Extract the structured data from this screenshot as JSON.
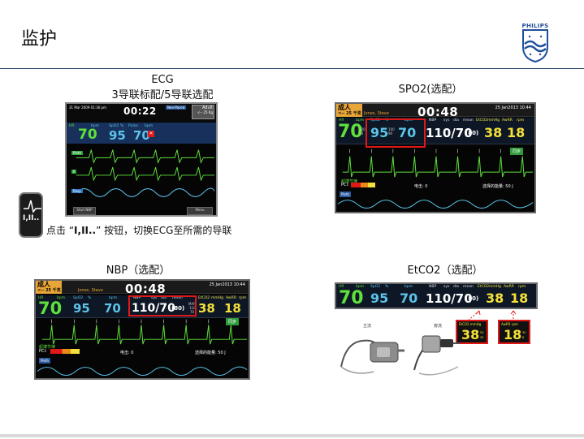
{
  "slide": {
    "title": "监护"
  },
  "logo": {
    "text": "PHILIPS"
  },
  "panels": {
    "ecg": {
      "caption_line1": "ECG",
      "caption_line2": "3导联标配/5导联选配",
      "date": "31 Mar 2009 01:36 pm",
      "time": "00:22",
      "status_tag": "Non-Paced",
      "patient_type": "Adult",
      "weight": "<-- 25 Kg",
      "hr_label": "HR",
      "hr_value": "70",
      "spo2_value": "95",
      "pulse_value": "70",
      "labels": [
        "bpm",
        "SpO2",
        "%",
        "Pulse",
        "bpm"
      ],
      "leads": [
        "Pleth",
        "II",
        "Resp"
      ],
      "buttons": [
        "Start NBP",
        "Menu"
      ]
    },
    "lead_icon": {
      "text": "I,II..",
      "caption_pre": "点击 “",
      "caption_bold": "I,II..",
      "caption_post": "” 按钮，切换ECG至所需的导联"
    },
    "spo2": {
      "caption": "SPO2(选配）"
    },
    "nbp": {
      "caption": "NBP（选配）"
    },
    "etco2": {
      "caption": "EtCO2（选配）"
    }
  },
  "monitor": {
    "bed_label": "成人",
    "bed_sub": "<-- 25 千克",
    "patient_name": "Jones, Steve",
    "time": "00:48",
    "date": "25 Jan2013 10:44",
    "labels": [
      "HR",
      "bpm",
      "SpO2",
      "%",
      "bpm",
      "NBP",
      "sys",
      "dia",
      "mean",
      "EtCO2",
      "mmHg",
      "AwRR",
      "rpm"
    ],
    "hr": "70",
    "spo2": "95",
    "pulse": "70",
    "nbp": "110/70",
    "nbp_mean": "(80)",
    "map_label": "MAP",
    "map_vals": [
      "110",
      "70"
    ],
    "etco2": "38",
    "awrr": "18",
    "hr_limits": [
      "120",
      "50"
    ],
    "spo2_limits": [
      "100",
      "90"
    ],
    "etco2_limits": [
      "50",
      "30"
    ],
    "awrr_limits": [
      "30",
      "8"
    ],
    "sync_label": "同步",
    "pci_label": "PCI:",
    "pads_label": "电击:",
    "pads_value": "0",
    "energy_label": "选择的能量:",
    "energy_value": "50",
    "energy_unit": "J",
    "pleth_label": "Pleth",
    "pacer_label": "起搏节律"
  },
  "etco2_popups": [
    {
      "label": "EtCO2 mmHg",
      "value": "38",
      "limits": [
        "50",
        "30"
      ]
    },
    {
      "label": "AwRR rpm",
      "value": "18",
      "limits": [
        "30",
        "8"
      ]
    }
  ],
  "sensor_labels": [
    "主流",
    "旁流"
  ],
  "colors": {
    "title_rule": "#2c4a6e",
    "hr_green": "#5fe13b",
    "spo2_cyan": "#5cc3e8",
    "etco2_yellow": "#f3e03a",
    "highlight_red": "#e01818",
    "bed_orange": "#e9a638"
  }
}
